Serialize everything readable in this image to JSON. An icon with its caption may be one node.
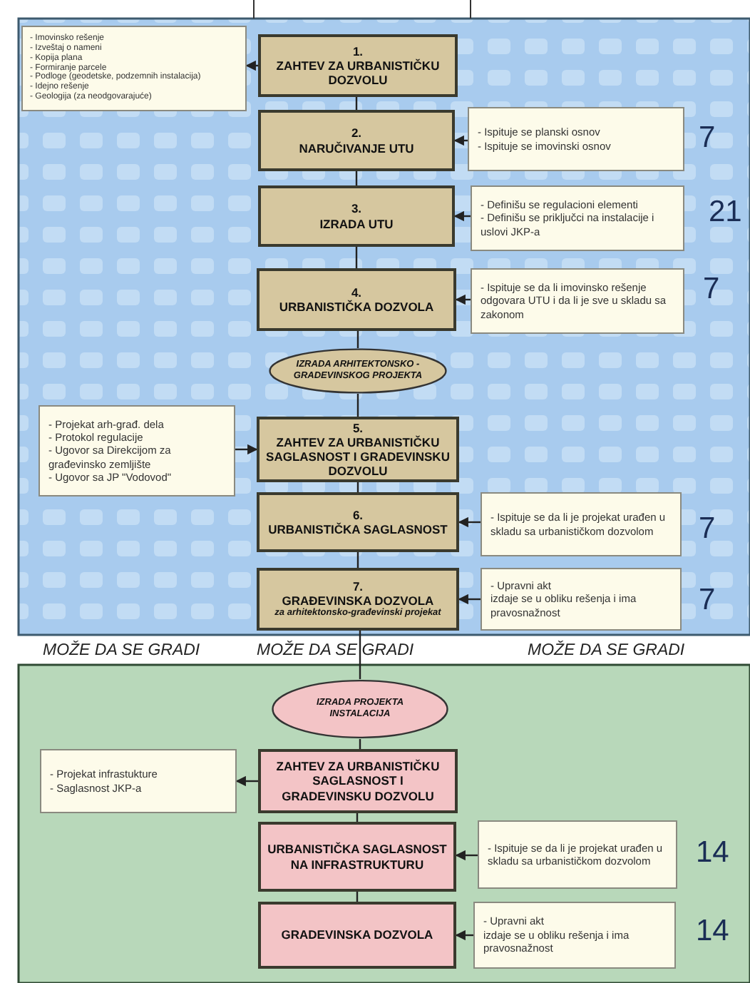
{
  "diagram": {
    "nodes": [
      {
        "text": [
          "- Imovinsko rešenje",
          "- Izveštaj o nameni",
          "- Kopija plana",
          "- Formiranje parcele",
          "- Podloge (geodetske, podzemnih instalacija)",
          "- Idejno rešenje",
          "- Geologija (za neodgovarajuće)"
        ]
      },
      {
        "text": [
          "1.",
          "ZAHTEV ZA URBANISTIČKU DOZVOLU"
        ]
      },
      {
        "text": [
          "2.",
          "NARUČIVANJE UTU"
        ]
      },
      {
        "text": [
          "- Ispituje se planski osnov",
          "- Ispituje se imovinski osnov"
        ],
        "beside": [
          "7"
        ]
      },
      {
        "text": [
          "3.",
          "IZRADA UTU"
        ]
      },
      {
        "text": [
          "- Definišu se regulacioni elementi",
          "- Definišu se priključci na instalacije i uslovi JKP-a"
        ],
        "beside": [
          "21"
        ]
      },
      {
        "text": [
          "4.",
          "URBANISTIČKA DOZVOLA"
        ]
      },
      {
        "text": [
          "- Ispituje se da li imovinsko rešenje odgovara UTU i da li je sve u skladu sa zakonom"
        ],
        "beside": [
          "7"
        ]
      },
      {
        "text": [
          "IZRADA ARHITEKTONSKO -GRADEVINSKOG PROJEKTA"
        ]
      },
      {
        "text": [
          "- Projekat arh-građ. dela",
          "- Protokol regulacije",
          "- Ugovor sa Direkcijom za građevinsko zemljište",
          "- Ugovor sa JP \"Vodovod\""
        ]
      },
      {
        "text": [
          "5.",
          "ZAHTEV ZA URBANISTIČKU SAGLASNOST I GRADEVINSKU DOZVOLU"
        ]
      },
      {
        "text": [
          "6.",
          "URBANISTIČKA SAGLASNOST"
        ]
      },
      {
        "text": [
          "- Ispituje se da li je projekat urađen u skladu sa urbanističkom dozvolom"
        ],
        "beside": [
          "7"
        ]
      },
      {
        "text": [
          "7.",
          "GRAĐEVINSKA DOZVOLA",
          "za arhitektonsko-građevinski projekat"
        ]
      },
      {
        "text": [
          "- Upravni akt",
          "izdaje se u obliku rešenja i ima pravosnažnost"
        ],
        "beside": [
          "7"
        ]
      },
      {
        "text": [
          "IZRADA PROJEKTA INSTALACIJA"
        ]
      },
      {
        "text": [
          "- Projekat infrastukture",
          "- Saglasnost JKP-a"
        ]
      },
      {
        "text": [
          "ZAHTEV ZA URBANISTIČKU SAGLASNOST I GRADEVINSKU DOZVOLU"
        ]
      },
      {
        "text": [
          "URBANISTIČKA SAGLASNOST NA INFRASTRUKTURU"
        ]
      },
      {
        "text": [
          "- Ispituje se da li je projekat urađen u skladu sa urbanističkom dozvolom"
        ],
        "beside": [
          "14"
        ]
      },
      {
        "text": [
          "GRADEVINSKA DOZVOLA"
        ]
      },
      {
        "text": [
          "- Upravni akt",
          "izdaje se u obliku rešenja i ima pravosnažnost"
        ],
        "beside": [
          "14"
        ]
      }
    ],
    "edges": [
      {
        "from": 1,
        "to": 0,
        "arrow": "to"
      },
      {
        "from": 1,
        "to": 2,
        "arrow": "none"
      },
      {
        "from": 3,
        "to": 2,
        "arrow": "to"
      },
      {
        "from": 2,
        "to": 4,
        "arrow": "none"
      },
      {
        "from": 5,
        "to": 4,
        "arrow": "to"
      },
      {
        "from": 4,
        "to": 6,
        "arrow": "none"
      },
      {
        "from": 7,
        "to": 6,
        "arrow": "to"
      },
      {
        "from": 6,
        "to": 8,
        "arrow": "none"
      },
      {
        "from": 8,
        "to": 10,
        "arrow": "none"
      },
      {
        "from": 9,
        "to": 10,
        "arrow": "to"
      },
      {
        "from": 10,
        "to": 11,
        "arrow": "none"
      },
      {
        "from": 12,
        "to": 11,
        "arrow": "to"
      },
      {
        "from": 11,
        "to": 13,
        "arrow": "none"
      },
      {
        "from": 14,
        "to": 13,
        "arrow": "to"
      },
      {
        "from": 13,
        "to": 15,
        "arrow": "none"
      },
      {
        "from": 15,
        "to": 17,
        "arrow": "none"
      },
      {
        "from": 17,
        "to": 16,
        "arrow": "to"
      },
      {
        "from": 17,
        "to": 18,
        "arrow": "none"
      },
      {
        "from": 19,
        "to": 18,
        "arrow": "to"
      },
      {
        "from": 18,
        "to": 20,
        "arrow": "none"
      },
      {
        "from": 21,
        "to": 20,
        "arrow": "to"
      }
    ],
    "labels": [
      "MOŽE DA SE GRADI",
      "MOŽE DA SE GRADI",
      "MOŽE DA SE GRADI"
    ]
  }
}
